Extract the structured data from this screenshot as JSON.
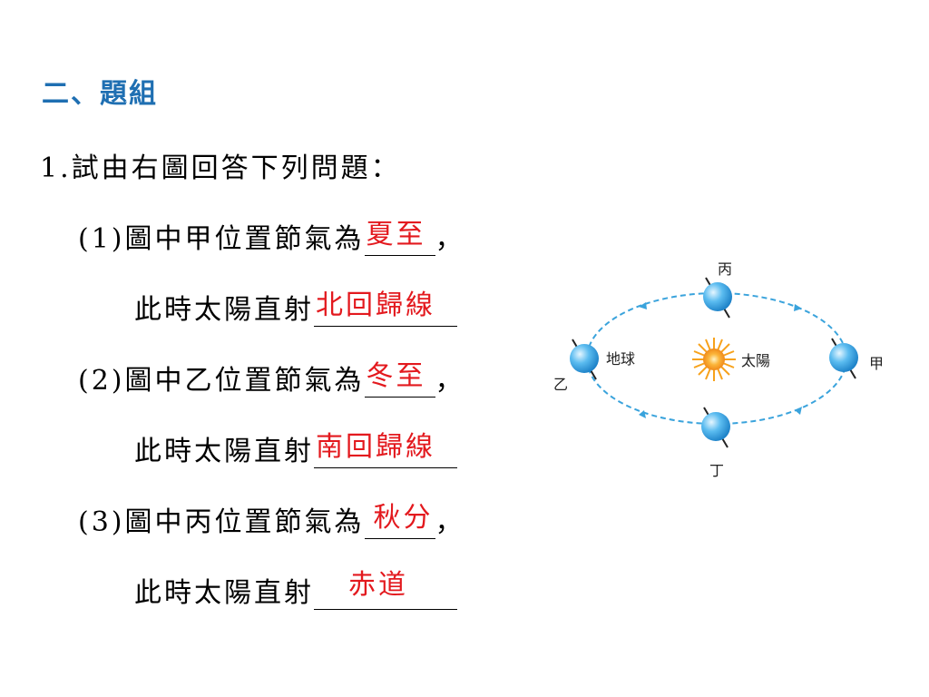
{
  "section_title": "二、題組",
  "question": {
    "number": "1.",
    "prompt": "試由右圖回答下列問題："
  },
  "items": [
    {
      "label": "(1)",
      "line1_text": "圖中甲位置節氣為",
      "line1_answer": "夏至",
      "line1_end": "，",
      "line2_text": "此時太陽直射",
      "line2_answer": "北回歸線"
    },
    {
      "label": "(2)",
      "line1_text": "圖中乙位置節氣為",
      "line1_answer": "冬至",
      "line1_end": "，",
      "line2_text": "此時太陽直射",
      "line2_answer": "南回歸線"
    },
    {
      "label": "(3)",
      "line1_text": "圖中丙位置節氣為",
      "line1_answer": "秋分",
      "line1_end": "，",
      "line2_text": "此時太陽直射",
      "line2_answer": "赤道"
    }
  ],
  "diagram": {
    "earth_label": "地球",
    "sun_label": "太陽",
    "pos_jia": "甲",
    "pos_yi": "乙",
    "pos_bing": "丙",
    "pos_ding": "丁"
  },
  "colors": {
    "heading": "#1f6fb2",
    "answer": "#e3191e",
    "orbit": "#3aa3dc",
    "earth": "#2a9be0",
    "sun": "#f7a21b"
  }
}
